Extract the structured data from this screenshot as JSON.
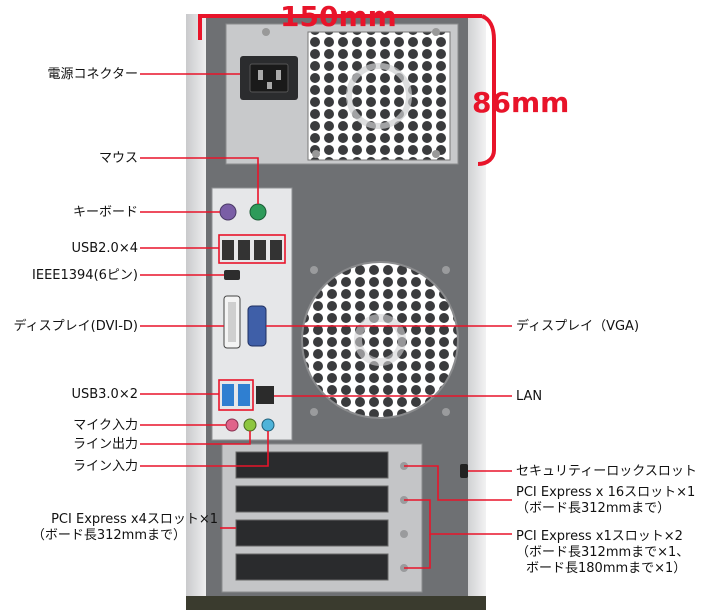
{
  "dimensions": {
    "width": "150mm",
    "height": "86mm"
  },
  "colors": {
    "accent": "#e8142a",
    "case_dark": "#6b6d70",
    "case_light": "#d9dadb",
    "io_panel": "#e6e7e9",
    "ps2_mouse": "#2e9b5a",
    "ps2_keyboard": "#7a5ea6",
    "usb3": "#2f7fd1",
    "mic": "#e0638a",
    "line_out": "#8dc63f",
    "line_in": "#4fb3d9"
  },
  "labels": {
    "power": "電源コネクター",
    "mouse": "マウス",
    "keyboard": "キーボード",
    "usb2": "USB2.0×4",
    "ieee1394": "IEEE1394(6ピン)",
    "dvi": "ディスプレイ(DVI-D)",
    "vga": "ディスプレイ（VGA)",
    "usb3": "USB3.0×2",
    "lan": "LAN",
    "mic": "マイク入力",
    "line_out": "ライン出力",
    "line_in": "ライン入力",
    "security": "セキュリティーロックスロット",
    "pcie16_line1": "PCI Express x 16スロット×1",
    "pcie16_line2": "（ボード長312mmまで）",
    "pcie4_line1": "PCI Express x4スロット×1",
    "pcie4_line2": "（ボード長312mmまで）",
    "pcie1_line1": "PCI Express x1スロット×2",
    "pcie1_line2": "（ボード長312mmまで×1、",
    "pcie1_line3": "ボード長180mmまで×1）"
  }
}
